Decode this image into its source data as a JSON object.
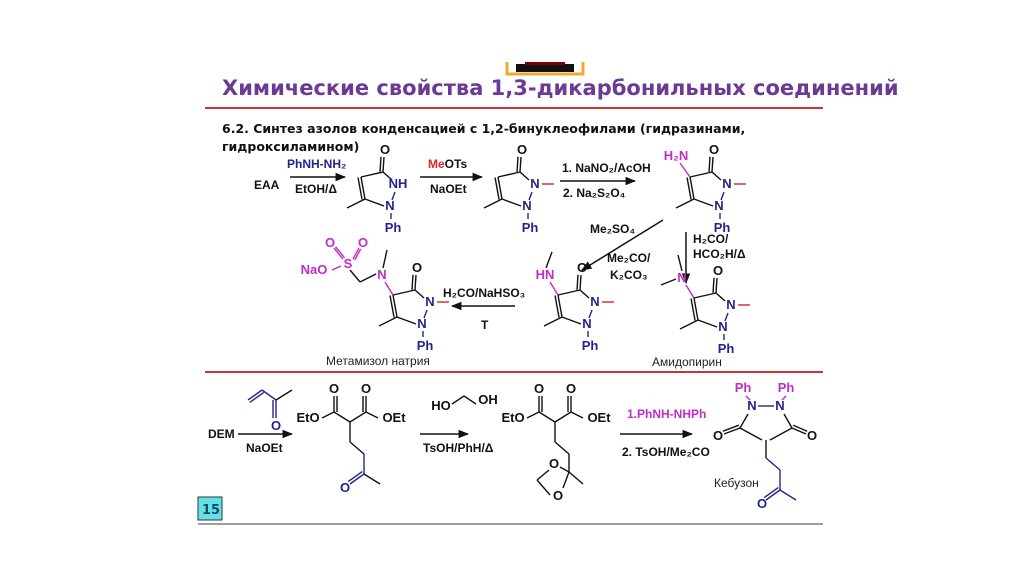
{
  "slide": {
    "title": "Химические свойства 1,3-дикарбонильных соединений",
    "section_line1": "6.2. Синтез азолов конденсацией с 1,2-бинуклеофилами (гидразинами,",
    "section_line2": "гидроксиламином)",
    "page_number": "15"
  },
  "atoms": {
    "O": "O",
    "N": "N",
    "NH": "NH",
    "Ph": "Ph",
    "H2N": "H₂N",
    "HN": "HN",
    "S": "S",
    "NaO": "NaO",
    "EtO": "EtO",
    "OEt": "OEt",
    "HO": "HO",
    "OH": "OH"
  },
  "scheme1": {
    "start": "EAA",
    "step1_above": "PhNH-NH₂",
    "step1_below": "EtOH/Δ",
    "step2_above_me": "Me",
    "step2_above_rest": "OTs",
    "step2_below": "NaOEt",
    "step3_above": "1. NaNO₂/AcOH",
    "step3_below": "2. Na₂S₂O₄",
    "step4a": "Me₂SO₄",
    "step4b_1": "Me₂CO/",
    "step4b_2": "K₂CO₃",
    "step5_1": "H₂CO/",
    "step5_2": "HCO₂H/Δ",
    "step6_above": "H₂CO/NaHSO₃",
    "step6_below": "T",
    "product_metamizole": "Метамизол натрия",
    "product_amidopyrine": "Амидопирин"
  },
  "scheme2": {
    "start": "DEM",
    "step1_below": "NaOEt",
    "step2_below": "TsOH/PhH/Δ",
    "step3_above": "1.PhNH-NHPh",
    "step3_below": "2. TsOH/Me₂CO",
    "product_kebuzone": "Кебузон"
  },
  "colors": {
    "title": "#6b3a94",
    "divider": "#c8343a",
    "nitrogen": "#23238f",
    "highlight": "#c02cc4",
    "methyl": "#d3282b",
    "page_box": "#5fe3e8"
  }
}
